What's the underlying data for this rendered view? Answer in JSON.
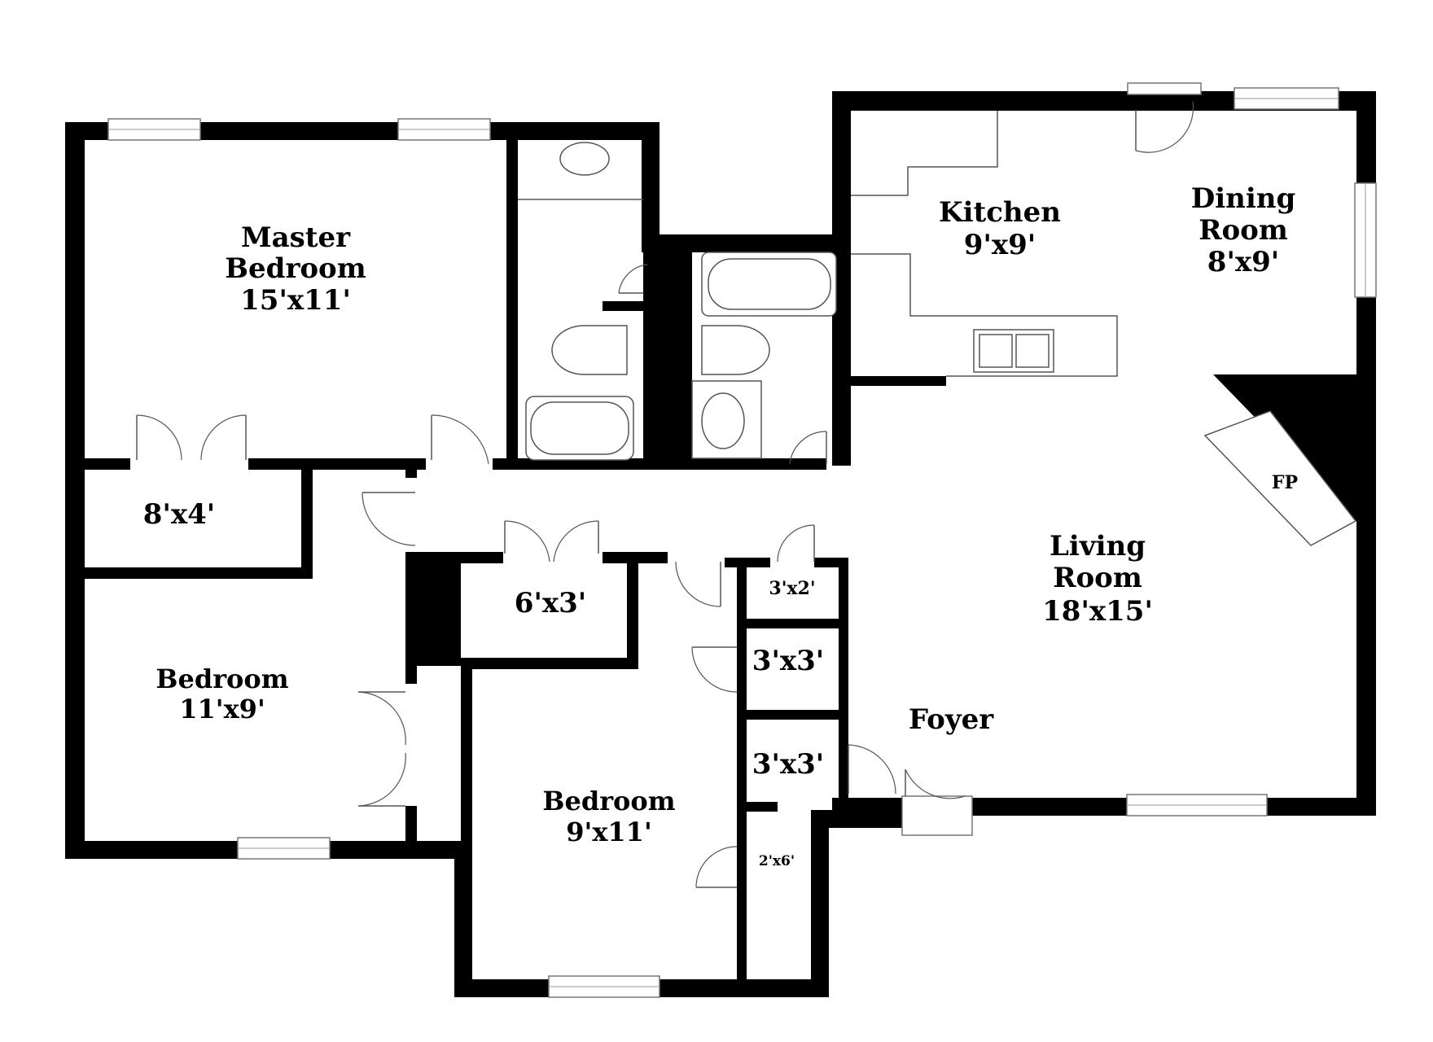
{
  "rooms": {
    "master_bedroom": {
      "name_line1": "Master",
      "name_line2": "Bedroom",
      "size": "15'x11'"
    },
    "master_closet": {
      "size": "8'x4'"
    },
    "bedroom_west": {
      "name": "Bedroom",
      "size": "11'x9'"
    },
    "hall_closet": {
      "size": "6'x3'"
    },
    "bedroom_south": {
      "name": "Bedroom",
      "size": "9'x11'"
    },
    "small_closet_a": {
      "size": "3'x2'"
    },
    "closet_b": {
      "size": "3'x3'"
    },
    "closet_c": {
      "size": "3'x3'"
    },
    "narrow_closet": {
      "size": "2'x6'"
    },
    "kitchen": {
      "name": "Kitchen",
      "size": "9'x9'"
    },
    "dining_room": {
      "name_line1": "Dining",
      "name_line2": "Room",
      "size": "8'x9'"
    },
    "living_room": {
      "name_line1": "Living",
      "name_line2": "Room",
      "size": "18'x15'"
    },
    "foyer": {
      "name": "Foyer"
    },
    "fireplace": {
      "label": "FP"
    }
  }
}
